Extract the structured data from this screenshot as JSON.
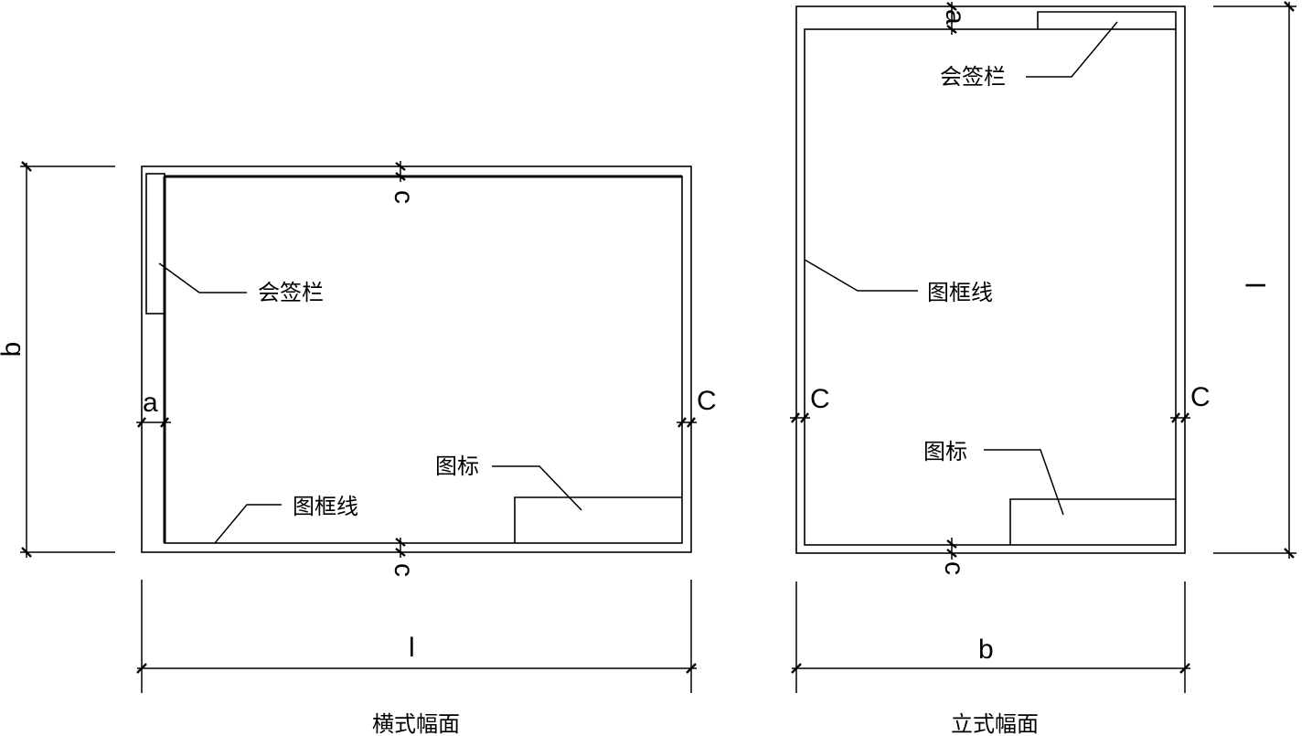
{
  "landscape": {
    "caption": "横式幅面",
    "sign_block_label": "会签栏",
    "frame_line_label": "图框线",
    "title_block_label": "图标",
    "dim_width": "l",
    "dim_height": "b",
    "dim_a": "a",
    "dim_c_top": "c",
    "dim_c_bottom": "c",
    "dim_c_right": "C"
  },
  "portrait": {
    "caption": "立式幅面",
    "sign_block_label": "会签栏",
    "frame_line_label": "图框线",
    "title_block_label": "图标",
    "dim_width": "b",
    "dim_height": "l",
    "dim_a": "a",
    "dim_c_left": "C",
    "dim_c_right": "C",
    "dim_c_bottom": "c"
  }
}
